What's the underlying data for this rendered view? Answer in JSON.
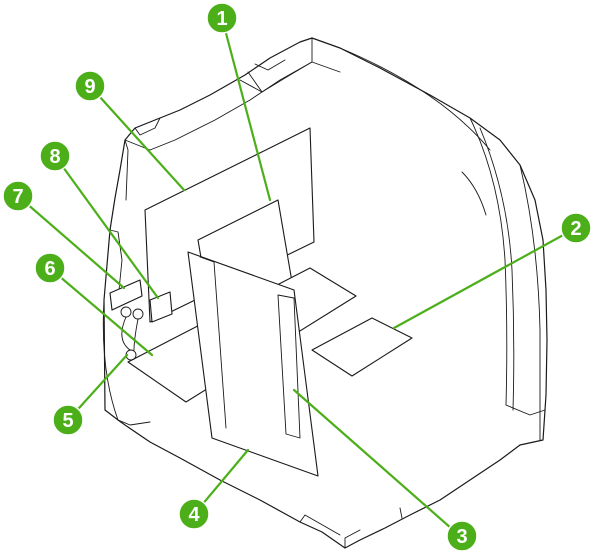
{
  "colors": {
    "accent": "#4caf1a",
    "line": "#1a1a1a",
    "background": "#ffffff"
  },
  "callouts": [
    {
      "id": "1",
      "label": "1"
    },
    {
      "id": "2",
      "label": "2"
    },
    {
      "id": "3",
      "label": "3"
    },
    {
      "id": "4",
      "label": "4"
    },
    {
      "id": "5",
      "label": "5"
    },
    {
      "id": "6",
      "label": "6"
    },
    {
      "id": "7",
      "label": "7"
    },
    {
      "id": "8",
      "label": "8"
    },
    {
      "id": "9",
      "label": "9"
    }
  ]
}
